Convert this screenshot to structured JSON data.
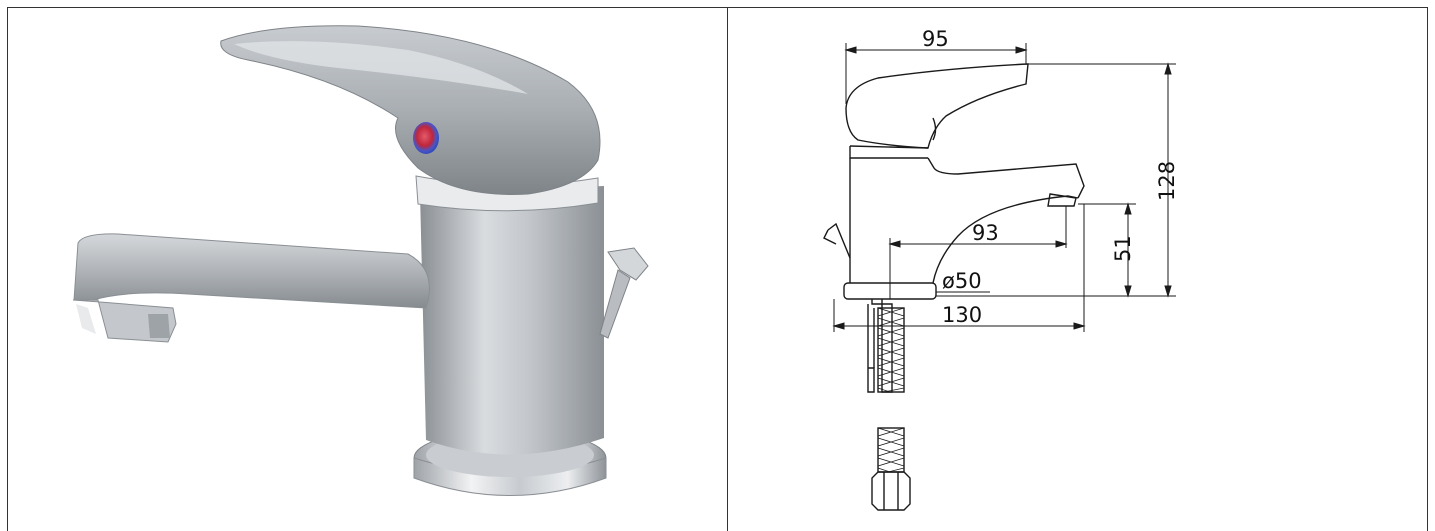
{
  "colors": {
    "frame": "#333333",
    "chrome_light": "#e6e8ea",
    "chrome_mid": "#b8bcc0",
    "chrome_dark": "#7e8388",
    "hot_indicator": "#c0263b",
    "cold_indicator": "#2747b8",
    "line": "#1a1a1a"
  },
  "icons": [
    "faucet-photo-icon",
    "hot-cold-indicator-icon",
    "flexible-hose-icon",
    "hex-nut-icon"
  ],
  "drawing": {
    "dimensions": {
      "handle_length": "95",
      "total_height": "128",
      "spout_reach": "93",
      "spout_height": "51",
      "base_diameter": "ø50",
      "total_depth": "130"
    }
  }
}
